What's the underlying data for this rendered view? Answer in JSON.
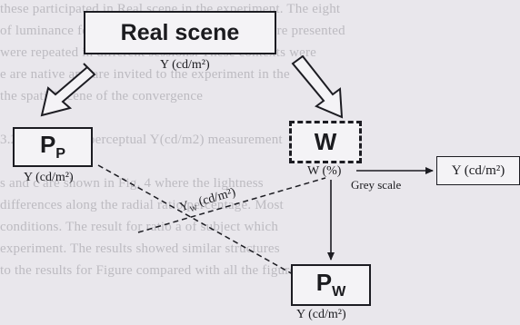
{
  "background_text": [
    "these participated in Real scene in the experiment. The eight",
    "of luminance for each condition in that which were presented",
    "were repeated in different sessions. These contexts were",
    "e are native and are invited to the experiment in the",
    "the spatial scene of the convergence",
    "",
    "3.2. Gray scale perceptual Y(cd/m2) measurement",
    "",
    "s and c are shown in Fig. 4 where the lightness",
    "differences along the radial ratio percentage. Most",
    "conditions. The result for ratio a of subject which",
    "experiment. The results showed similar structures",
    "to the results for Figure compared with all the figures"
  ],
  "diagram": {
    "real_scene": {
      "title": "Real scene",
      "unit": "Y (cd/m²)"
    },
    "pp": {
      "main": "P",
      "sub": "P",
      "unit": "Y (cd/m²)"
    },
    "w": {
      "title": "W",
      "unit": "W (%)"
    },
    "pw": {
      "main": "P",
      "sub": "W",
      "unit": "Y (cd/m²)"
    },
    "yw_label": {
      "main": "Y",
      "sub": "W",
      "unit": " (cd/m²)"
    },
    "grey_scale_label": "Grey scale",
    "y_out": {
      "title": "Y (cd/m²)"
    }
  },
  "colors": {
    "ink": "#1c1c22",
    "paper": "#e9e7ec",
    "box_fill": "#f4f3f6"
  }
}
